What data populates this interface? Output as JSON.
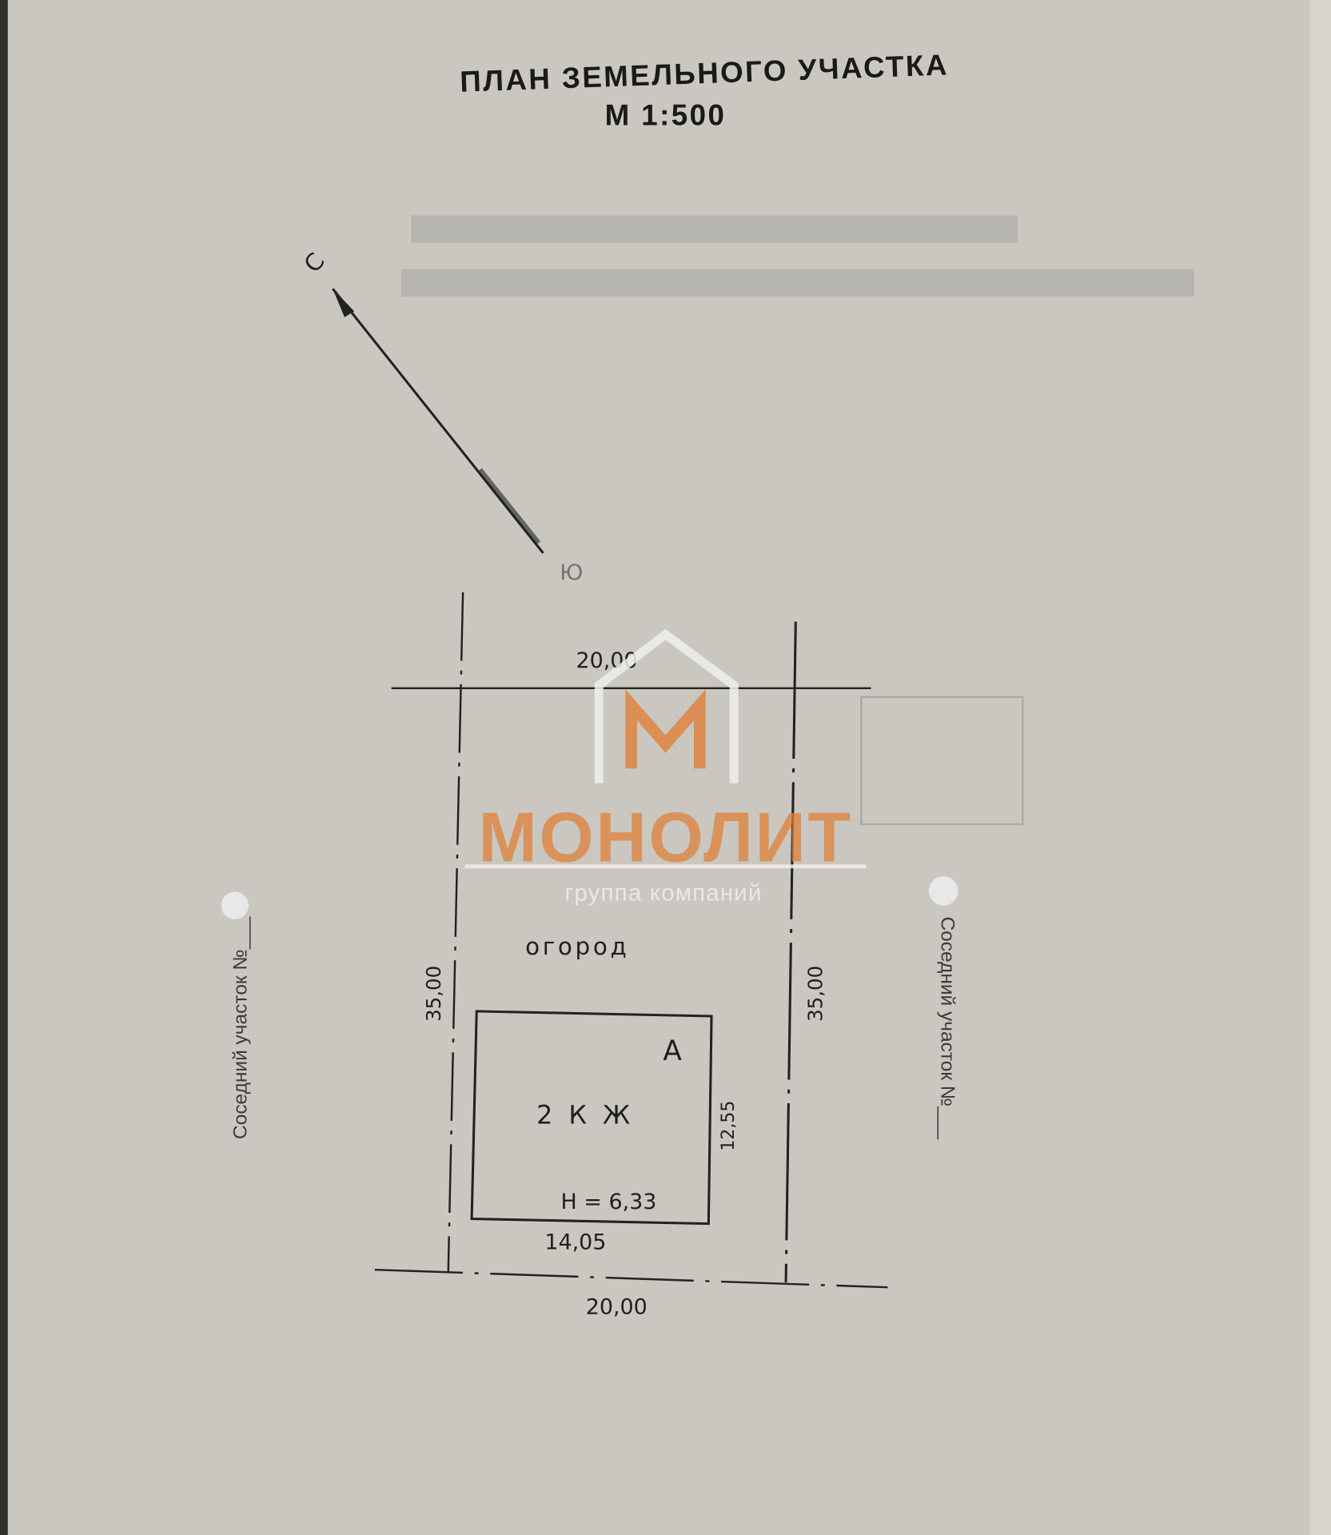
{
  "document": {
    "title": "ПЛАН ЗЕМЕЛЬНОГО УЧАСТКА",
    "scale": "М 1:500",
    "north_label": "С",
    "south_label": "Ю",
    "plot": {
      "top_width": "20,00",
      "bottom_width": "20,00",
      "left_length": "35,00",
      "right_length": "35,00",
      "garden_label": "огород"
    },
    "building": {
      "letter": "А",
      "type": "2 К Ж",
      "height": "H = 6,33",
      "width": "14,05",
      "depth": "12,55"
    },
    "neighbor_left": "Соседний участок №___",
    "neighbor_right": "Соседний участок №___"
  },
  "watermark": {
    "brand": "МОНОЛИТ",
    "tagline": "группа компаний",
    "brand_color": "#e0813a"
  }
}
